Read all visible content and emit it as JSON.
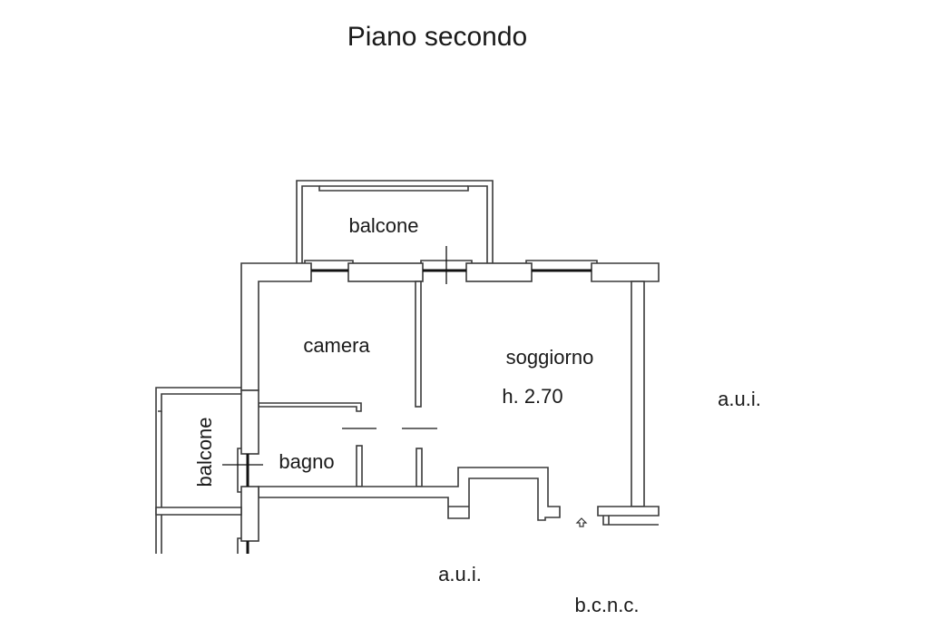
{
  "title": "Piano secondo",
  "rooms": {
    "balcone_top": "balcone",
    "balcone_left": "balcone",
    "camera": "camera",
    "soggiorno": "soggiorno",
    "height": "h. 2.70",
    "bagno": "bagno"
  },
  "labels": {
    "aui_right": "a.u.i.",
    "aui_bottom": "a.u.i.",
    "bcnc": "b.c.n.c."
  },
  "icons": {
    "entrance": "arrow-up-icon"
  }
}
